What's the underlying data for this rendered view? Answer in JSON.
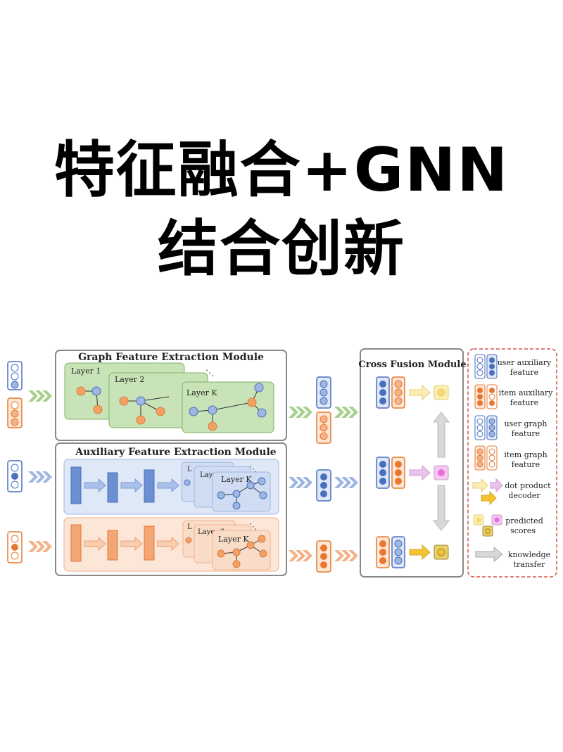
{
  "title": {
    "line1": "特征融合+GNN",
    "line2": "结合创新"
  },
  "diagram": {
    "graph_module": {
      "title": "Graph Feature Extraction Module",
      "layers": [
        "Layer 1",
        "Layer 2",
        "Layer K"
      ]
    },
    "aux_module": {
      "title": "Auxiliary Feature Extraction Module",
      "blue_layers": [
        "L",
        "Layer 2",
        "Layer K"
      ],
      "orange_layers": [
        "L",
        "Layer 2",
        "Layer K"
      ]
    },
    "fusion_module": {
      "title": "Cross Fusion Module"
    },
    "legend": {
      "items": [
        {
          "line1": "user auxiliary",
          "line2": "feature"
        },
        {
          "line1": "item auxiliary",
          "line2": "feature"
        },
        {
          "line1": "user graph",
          "line2": "feature"
        },
        {
          "line1": "item graph",
          "line2": "feature"
        },
        {
          "line1": "dot product",
          "line2": "decoder"
        },
        {
          "line1": "predicted",
          "line2": "scores"
        },
        {
          "line1": "knowledge",
          "line2": "transfer"
        }
      ]
    },
    "colors": {
      "blue": "#4a6fbf",
      "blue_light": "#9fb6e0",
      "orange": "#e8782f",
      "orange_light": "#f3b38a",
      "green": "#c9e3b8",
      "green_border": "#7fb069",
      "yellow": "#f3c431",
      "pink": "#e883e0"
    }
  }
}
